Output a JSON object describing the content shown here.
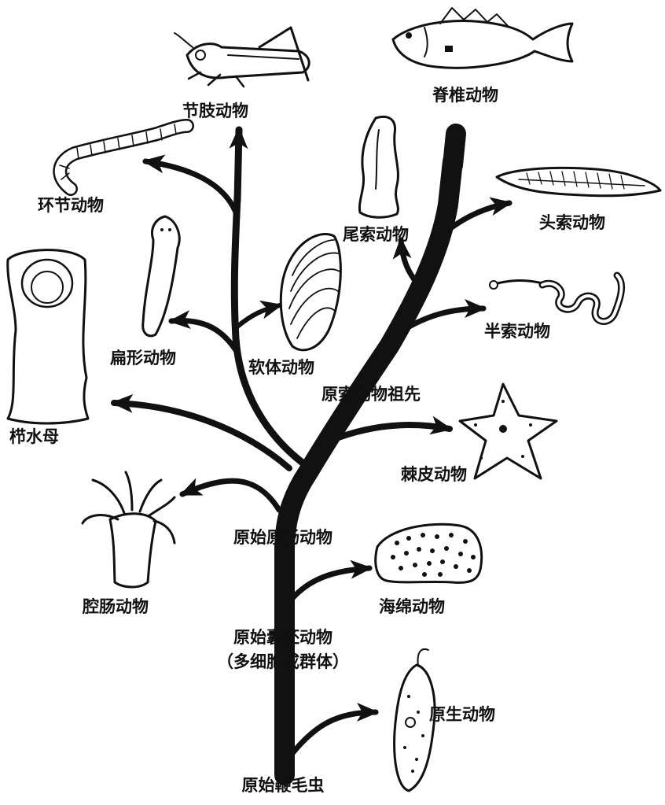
{
  "labels": {
    "root": "原始鞭毛虫",
    "protozoa": "原生动物",
    "blastea": "原始囊胚动物",
    "blastea_note": "（多细胞或群体）",
    "sponges": "海绵动物",
    "coelenterates": "腔肠动物",
    "protostome_ancestor": "原始原肠动物",
    "ctenophores": "栉水母",
    "echinoderms": "棘皮动物",
    "chordate_ancestor": "原索动物祖先",
    "flatworms": "扁形动物",
    "molluscs": "软体动物",
    "annelids": "环节动物",
    "arthropods": "节肢动物",
    "hemichordates": "半索动物",
    "urochordates": "尾索动物",
    "cephalochordates": "头索动物",
    "vertebrates": "脊椎动物"
  },
  "icons": {
    "protozoa": "euglena-icon",
    "sponges": "sponge-icon",
    "coelenterates": "hydra-icon",
    "ctenophores": "ctenophore-icon",
    "echinoderms": "starfish-icon",
    "flatworms": "planarian-icon",
    "molluscs": "clam-icon",
    "annelids": "earthworm-icon",
    "arthropods": "grasshopper-icon",
    "hemichordates": "acorn-worm-icon",
    "urochordates": "sea-squirt-icon",
    "cephalochordates": "lancelet-icon",
    "vertebrates": "fish-icon"
  },
  "colors": {
    "ink": "#111111",
    "background": "#ffffff"
  }
}
